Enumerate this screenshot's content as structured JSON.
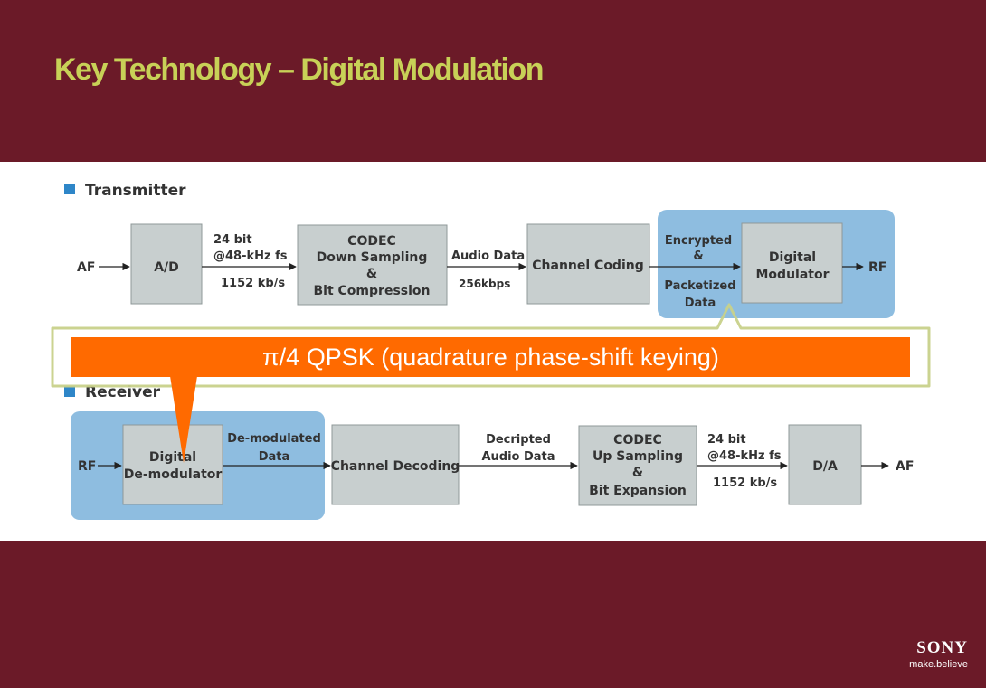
{
  "slide": {
    "title": "Key Technology – Digital Modulation"
  },
  "transmitter": {
    "heading": "Transmitter",
    "input": "AF",
    "ad": "A/D",
    "ad_out_line1": "24 bit",
    "ad_out_line2": "@48-kHz fs",
    "ad_rate": "1152 kb/s",
    "codec_lines": [
      "CODEC",
      "Down Sampling",
      "&",
      "Bit Compression"
    ],
    "audio_data": "Audio Data",
    "rate_annotation": "256kbps",
    "channel_coding": "Channel Coding",
    "encrypted_lines": [
      "Encrypted",
      "&",
      "Packetized",
      "Data"
    ],
    "modulator_lines": [
      "Digital",
      "Modulator"
    ],
    "output": "RF"
  },
  "receiver": {
    "heading": "Receiver",
    "input": "RF",
    "demod_lines": [
      "Digital",
      "De-modulator"
    ],
    "demod_out_lines": [
      "De-modulated",
      "Data"
    ],
    "channel_decoding": "Channel Decoding",
    "decripted_lines": [
      "Decripted",
      "Audio Data"
    ],
    "codec_lines": [
      "CODEC",
      "Up Sampling",
      "&",
      "Bit Expansion"
    ],
    "codec_out_line1": "24 bit",
    "codec_out_line2": "@48-kHz fs",
    "codec_rate": "1152 kb/s",
    "da": "D/A",
    "output": "AF"
  },
  "callout": {
    "text": "π/4 QPSK (quadrature phase-shift keying)"
  },
  "logo": {
    "brand": "SONY",
    "tagline": "make.believe"
  },
  "colors": {
    "background": "#6b1a28",
    "title": "#c8d157",
    "callout": "#ff6a00",
    "callout_border": "#c8d18a",
    "highlight_region": "#8ebde0",
    "block": "#c8cfcf",
    "section_marker": "#2e86c8"
  }
}
